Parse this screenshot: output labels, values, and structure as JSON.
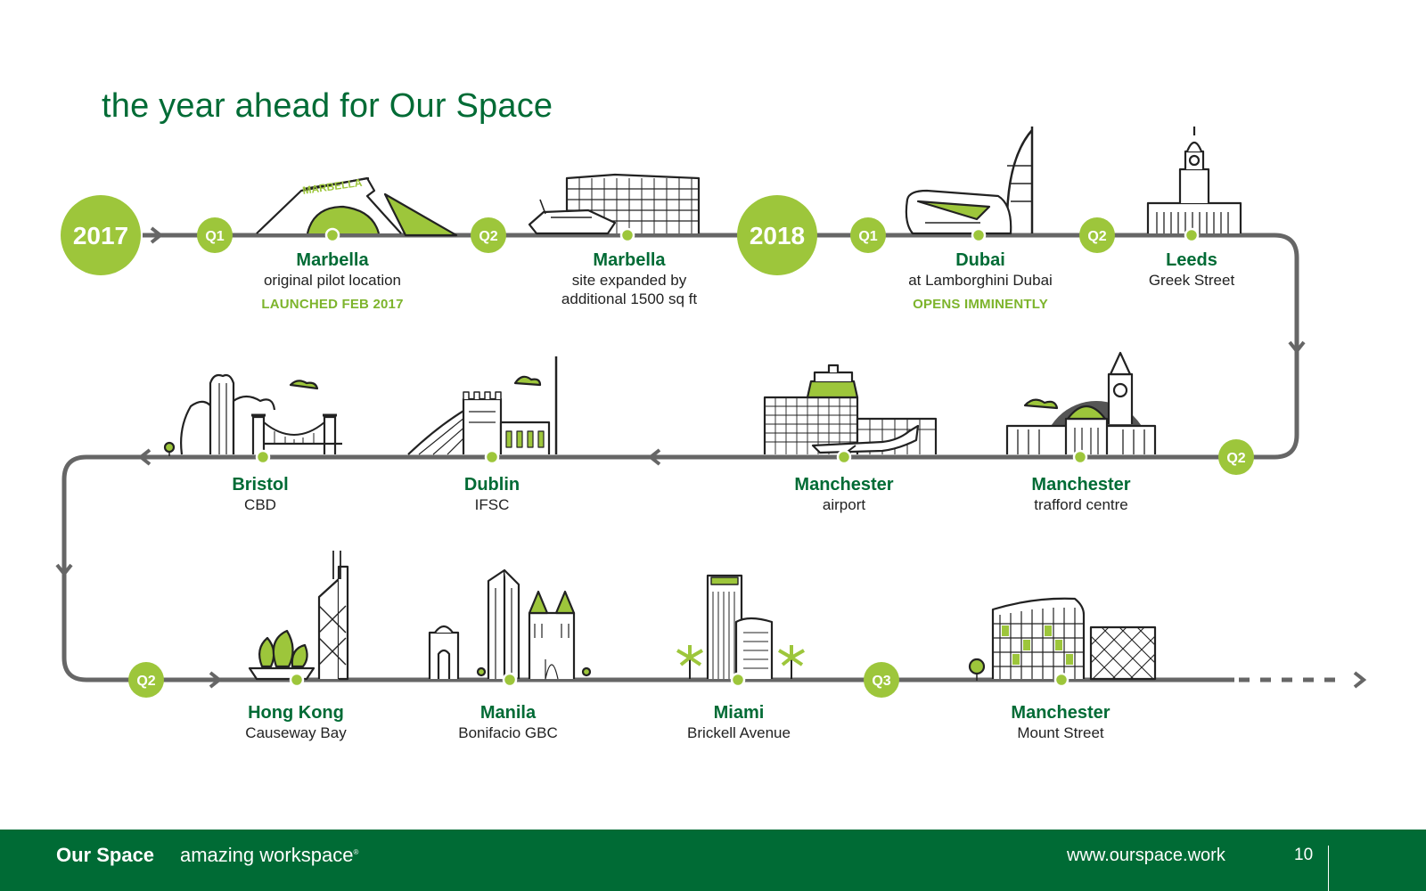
{
  "title": "the year ahead for Our Space",
  "colors": {
    "brand_green": "#006b35",
    "accent_green": "#9dc63b",
    "track_gray": "#666666",
    "status_green": "#7db42c"
  },
  "years": [
    {
      "label": "2017"
    },
    {
      "label": "2018"
    }
  ],
  "quarters": [
    {
      "label": "Q1"
    },
    {
      "label": "Q2"
    },
    {
      "label": "Q1"
    },
    {
      "label": "Q2"
    },
    {
      "label": "Q2"
    },
    {
      "label": "Q2"
    },
    {
      "label": "Q3"
    }
  ],
  "locations": [
    {
      "name": "Marbella",
      "desc": "original pilot location",
      "status": "LAUNCHED FEB 2017",
      "icon": "marbella-arch-icon"
    },
    {
      "name": "Marbella",
      "desc": "site expanded by",
      "desc2": "additional 1500 sq ft",
      "icon": "hotel-yacht-icon"
    },
    {
      "name": "Dubai",
      "desc": "at Lamborghini Dubai",
      "status": "OPENS IMMINENTLY",
      "icon": "burj-al-arab-icon"
    },
    {
      "name": "Leeds",
      "desc": "Greek Street",
      "icon": "town-hall-icon"
    },
    {
      "name": "Manchester",
      "desc": "trafford centre",
      "icon": "trafford-centre-icon"
    },
    {
      "name": "Manchester",
      "desc": "airport",
      "icon": "airport-tower-icon"
    },
    {
      "name": "Dublin",
      "desc": "IFSC",
      "icon": "dublin-castle-icon"
    },
    {
      "name": "Bristol",
      "desc": "CBD",
      "icon": "suspension-bridge-icon"
    },
    {
      "name": "Hong Kong",
      "desc": "Causeway Bay",
      "icon": "junk-boat-tower-icon"
    },
    {
      "name": "Manila",
      "desc": "Bonifacio GBC",
      "icon": "cathedral-icon"
    },
    {
      "name": "Miami",
      "desc": "Brickell Avenue",
      "icon": "skyscraper-palm-icon"
    },
    {
      "name": "Manchester",
      "desc": "Mount Street",
      "icon": "office-building-icon"
    }
  ],
  "footer": {
    "brand": "Our Space",
    "tagline": "amazing workspace",
    "mark": "®",
    "url": "www.ourspace.work",
    "page": "10"
  }
}
